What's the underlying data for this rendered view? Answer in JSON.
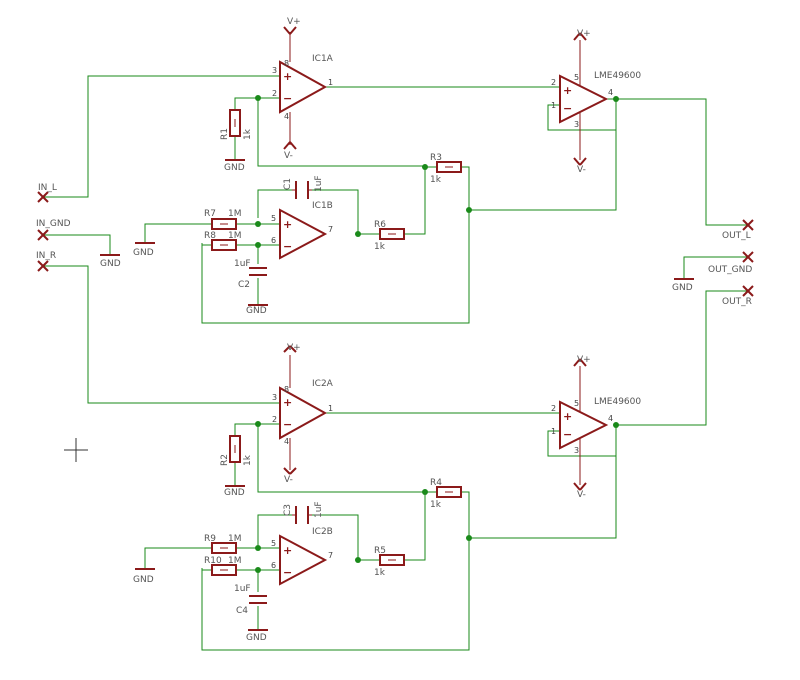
{
  "labels": {
    "ic1a": "IC1A",
    "ic1b": "IC1B",
    "ic2a": "IC2A",
    "ic2b": "IC2B",
    "lme_top": "LME49600",
    "lme_bot": "LME49600",
    "r1": "R1",
    "r1_val": "1k",
    "r2": "R2",
    "r2_val": "1k",
    "r3": "R3",
    "r3_val": "1k",
    "r4": "R4",
    "r4_val": "1k",
    "r5": "R5",
    "r5_val": "1k",
    "r6": "R6",
    "r6_val": "1k",
    "r7": "R7",
    "r7_val": "1M",
    "r8": "R8",
    "r8_val": "1M",
    "r9": "R9",
    "r9_val": "1M",
    "r10": "R10",
    "r10_val": "1M",
    "c1": "C1",
    "c1_val": "1uF",
    "c2": "C2",
    "c2_val": "1uF",
    "c3": "C3",
    "c3_val": "1uF",
    "c4": "C4",
    "c4_val": "1uF",
    "in_l": "IN_L",
    "in_gnd": "IN_GND",
    "in_r": "IN_R",
    "out_l": "OUT_L",
    "out_gnd": "OUT_GND",
    "out_r": "OUT_R",
    "gnd": "GND",
    "vplus": "V+",
    "vminus": "V-"
  },
  "pins": {
    "one": "1",
    "two": "2",
    "three": "3",
    "four": "4",
    "five": "5",
    "six": "6",
    "seven": "7",
    "eight": "8"
  },
  "colors": {
    "wire": "#1a8a1a",
    "component": "#8b1a1a",
    "text": "#555555",
    "background": "#ffffff"
  }
}
